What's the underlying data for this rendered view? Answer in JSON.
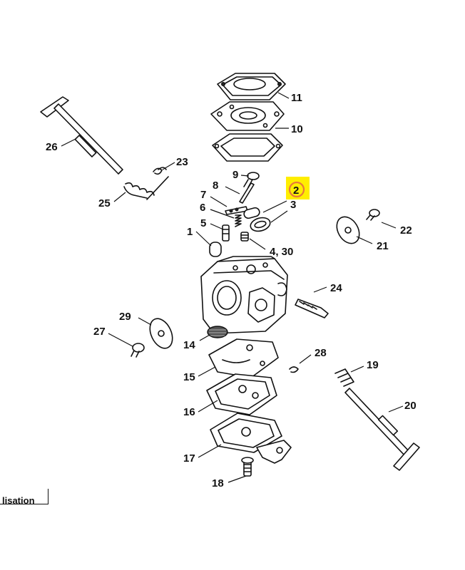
{
  "labels": {
    "p11": "11",
    "p10": "10",
    "p26": "26",
    "p23": "23",
    "p9": "9",
    "p8": "8",
    "p2": "2",
    "p7": "7",
    "p3": "3",
    "p6": "6",
    "p25": "25",
    "p5": "5",
    "p22": "22",
    "p1": "1",
    "p21": "21",
    "p4_30": "4, 30",
    "p24": "24",
    "p29": "29",
    "p27": "27",
    "p14": "14",
    "p28": "28",
    "p15": "15",
    "p19": "19",
    "p16": "16",
    "p20": "20",
    "p17": "17",
    "p18": "18"
  },
  "caption": "lisation",
  "colors": {
    "highlight": "#ffee00",
    "highlight_ring": "#e8783a",
    "line": "#111111"
  }
}
